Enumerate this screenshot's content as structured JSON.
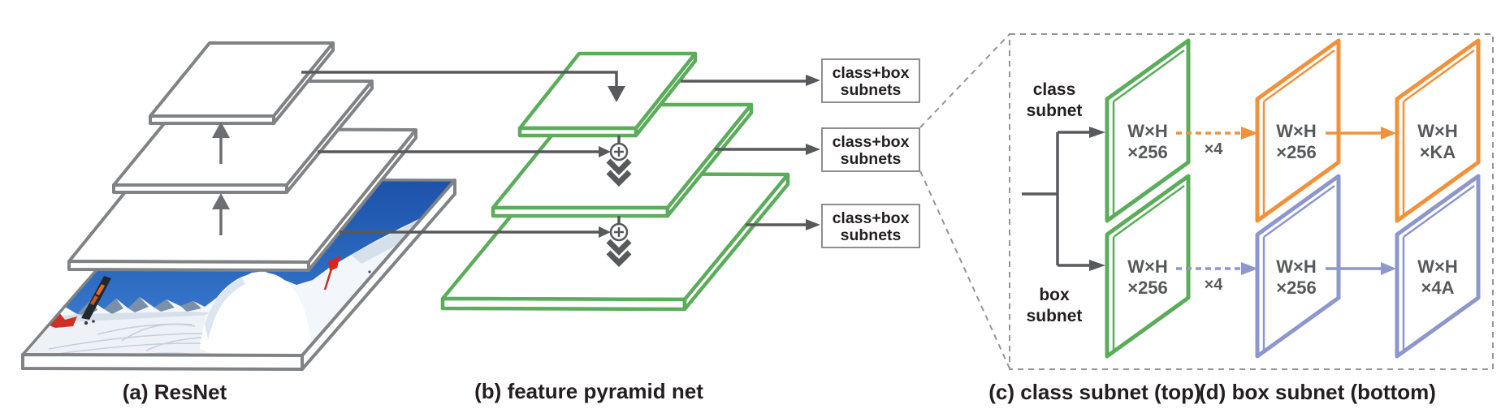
{
  "figure": "RetinaNet architecture diagram",
  "colors": {
    "plane_gray": "#808285",
    "fpn_green": "#5bac5b",
    "class_orange": "#f0913c",
    "box_purple": "#8d97cb",
    "arrow_gray": "#58595b",
    "dashed_gray": "#939598",
    "text_dark": "#231f20",
    "text_gray": "#58595b",
    "sky_blue_top": "#1b4fa8",
    "sky_blue_bottom": "#4e8bd8"
  },
  "backbone": {
    "caption": "(a) ResNet"
  },
  "fpn": {
    "caption": "(b) feature pyramid net"
  },
  "subnet_box": {
    "line1": "class+box",
    "line2": "subnets"
  },
  "head": {
    "caption_class": "(c) class subnet (top)",
    "caption_box": "(d) box subnet (bottom)",
    "class_label_line1": "class",
    "class_label_line2": "subnet",
    "box_label_line1": "box",
    "box_label_line2": "subnet",
    "mult4": "×4",
    "wh": "W×H",
    "c256": "×256",
    "cKA": "×KA",
    "c4A": "×4A"
  }
}
